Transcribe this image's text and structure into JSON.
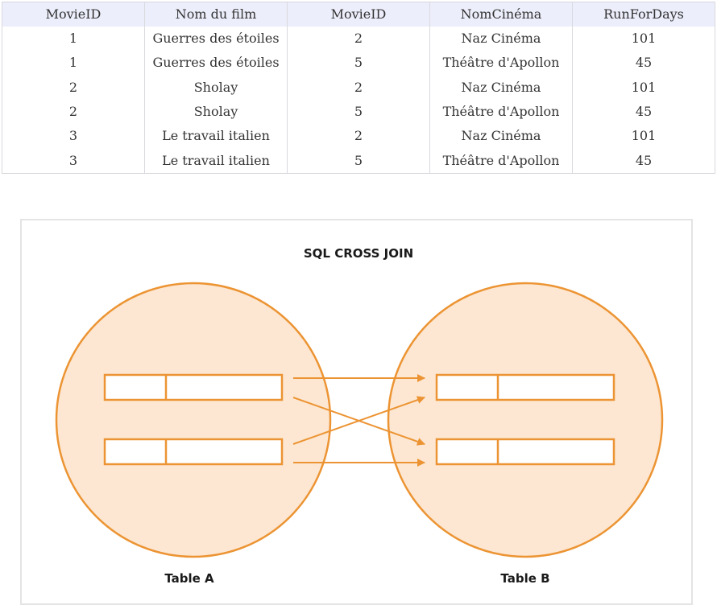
{
  "result_table": {
    "columns": [
      "MovieID",
      "Nom du film",
      "MovieID",
      "NomCinéma",
      "RunForDays"
    ],
    "rows": [
      [
        "1",
        "Guerres des étoiles",
        "2",
        "Naz Cinéma",
        "101"
      ],
      [
        "1",
        "Guerres des étoiles",
        "5",
        "Théâtre d'Apollon",
        "45"
      ],
      [
        "2",
        "Sholay",
        "2",
        "Naz Cinéma",
        "101"
      ],
      [
        "2",
        "Sholay",
        "5",
        "Théâtre d'Apollon",
        "45"
      ],
      [
        "3",
        "Le travail italien",
        "2",
        "Naz Cinéma",
        "101"
      ],
      [
        "3",
        "Le travail italien",
        "5",
        "Théâtre d'Apollon",
        "45"
      ]
    ]
  },
  "diagram": {
    "title": "SQL CROSS JOIN",
    "table_a_label": "Table A",
    "table_b_label": "Table B",
    "colors": {
      "stroke": "#ec9433",
      "circle_fill": "#fde7d2",
      "row_fill": "#ffffff"
    }
  }
}
